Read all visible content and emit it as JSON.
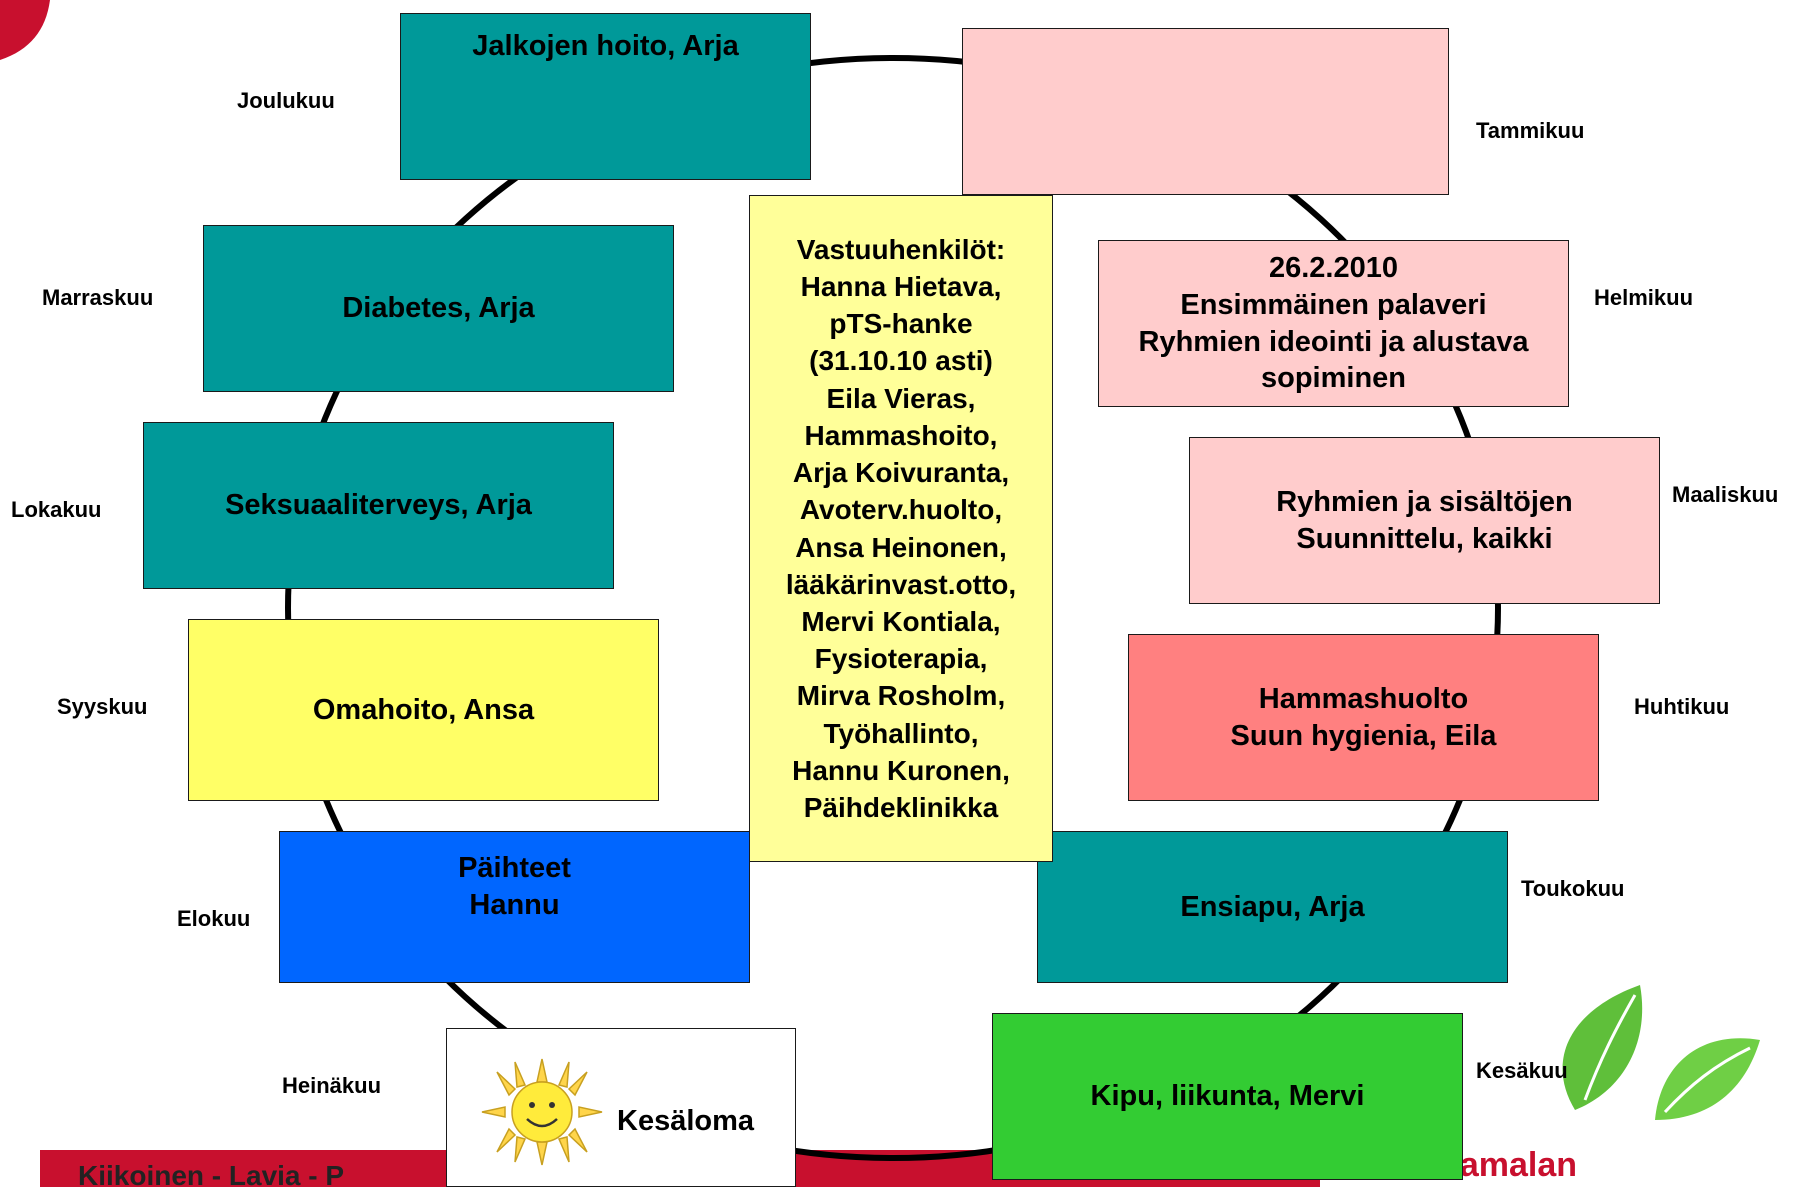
{
  "months": {
    "tammikuu": "Tammikuu",
    "helmikuu": "Helmikuu",
    "maaliskuu": "Maaliskuu",
    "huhtikuu": "Huhtikuu",
    "toukokuu": "Toukokuu",
    "kesakuu": "Kesäkuu",
    "heinakuu": "Heinäkuu",
    "elokuu": "Elokuu",
    "syyskuu": "Syyskuu",
    "lokakuu": "Lokakuu",
    "marraskuu": "Marraskuu",
    "joulukuu": "Joulukuu"
  },
  "boxes": {
    "tammikuu": "",
    "helmikuu": "26.2.2010\nEnsimmäinen palaveri\nRyhmien ideointi ja alustava\nsopiminen",
    "maaliskuu": "Ryhmien ja sisältöjen\n Suunnittelu, kaikki",
    "huhtikuu": "Hammashuolto\nSuun hygienia, Eila",
    "toukokuu": "Ensiapu, Arja",
    "kesakuu": "Kipu, liikunta, Mervi",
    "heinakuu": "Kesäloma",
    "elokuu": "Päihteet\nHannu",
    "syyskuu": "Omahoito, Ansa",
    "lokakuu": "Seksuaaliterveys, Arja",
    "marraskuu": "Diabetes, Arja",
    "joulukuu": "Jalkojen hoito, Arja"
  },
  "center_box": "Vastuuhenkilöt:\nHanna Hietava,\n pTS-hanke\n(31.10.10 asti)\nEila Vieras,\nHammashoito,\nArja Koivuranta,\nAvoterv.huolto,\nAnsa Heinonen,\nlääkärinvast.otto,\nMervi Kontiala,\nFysioterapia,\nMirva Rosholm,\nTyöhallinto,\nHannu Kuronen,\nPäihdeklinikka",
  "footer": {
    "partial_text": "Kiikoinen - Lavia - P",
    "logo_text": "Sastamalan"
  },
  "colors": {
    "teal": "#009999",
    "pink": "#ffcccc",
    "red": "#ff8080",
    "yellow": "#ffff66",
    "pale_yellow": "#ffff99",
    "blue": "#0066ff",
    "green": "#33cc33",
    "footer_bar": "#c8102e",
    "leaf": "#5fbf3a"
  }
}
